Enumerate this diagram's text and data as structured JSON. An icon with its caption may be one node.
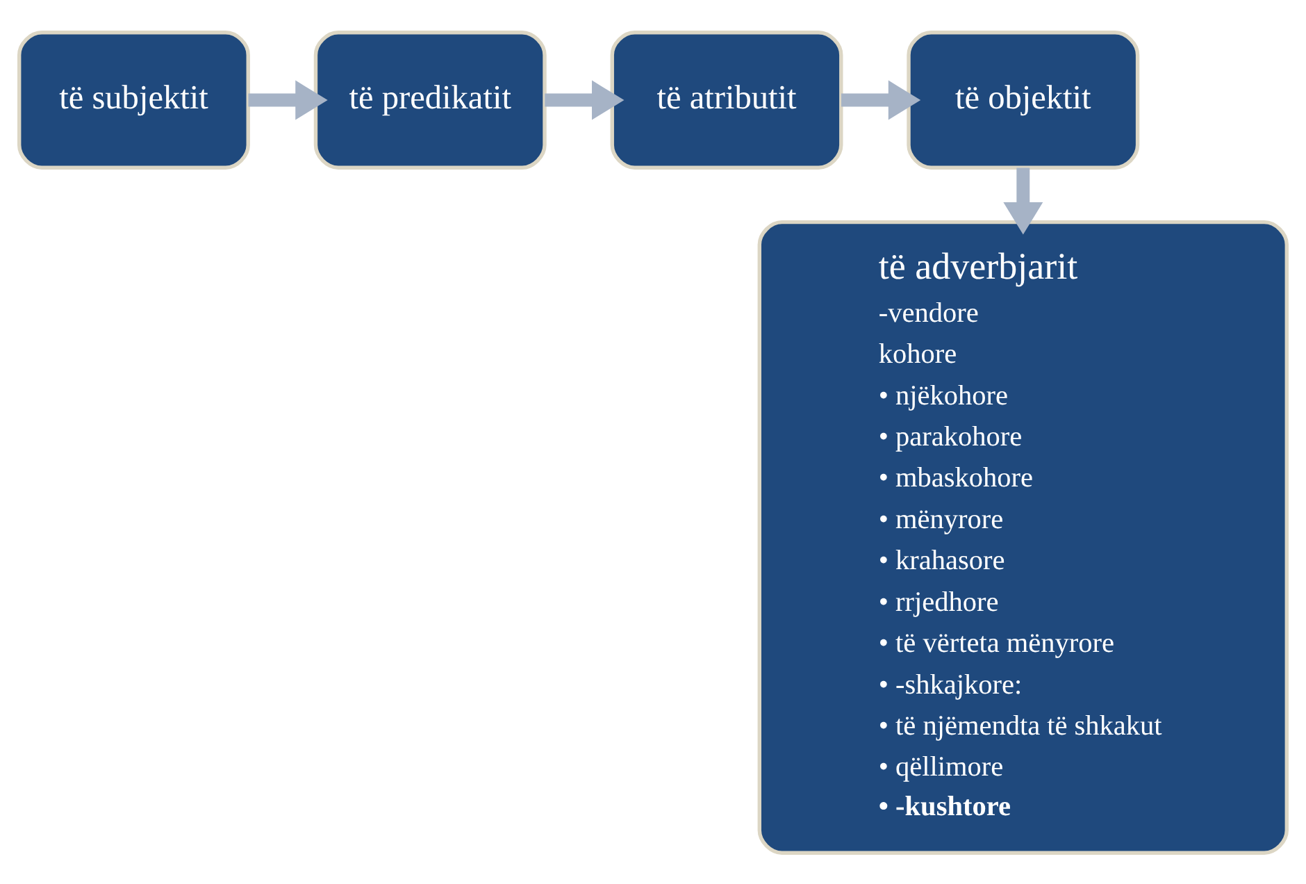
{
  "diagram": {
    "nodes": [
      {
        "text": [
          "të subjektit"
        ]
      },
      {
        "text": [
          "të predikatit"
        ]
      },
      {
        "text": [
          "të atributit"
        ]
      },
      {
        "text": [
          "të objektit"
        ]
      },
      {
        "text": [
          "të adverbjarit",
          "-vendore",
          "kohore",
          "• njëkohore",
          "• parakohore",
          "• mbaskohore",
          "• mënyrore",
          "• krahasore",
          "• rrjedhore",
          "• të vërteta mënyrore",
          "• -shkajkore:",
          "• të njëmendta të shkakut",
          "• qëllimore",
          "• -kushtore"
        ]
      }
    ],
    "edges": [
      {
        "from": 0,
        "to": 1,
        "arrow": "to"
      },
      {
        "from": 1,
        "to": 2,
        "arrow": "to"
      },
      {
        "from": 2,
        "to": 3,
        "arrow": "to"
      },
      {
        "from": 3,
        "to": 4,
        "arrow": "to"
      }
    ]
  }
}
